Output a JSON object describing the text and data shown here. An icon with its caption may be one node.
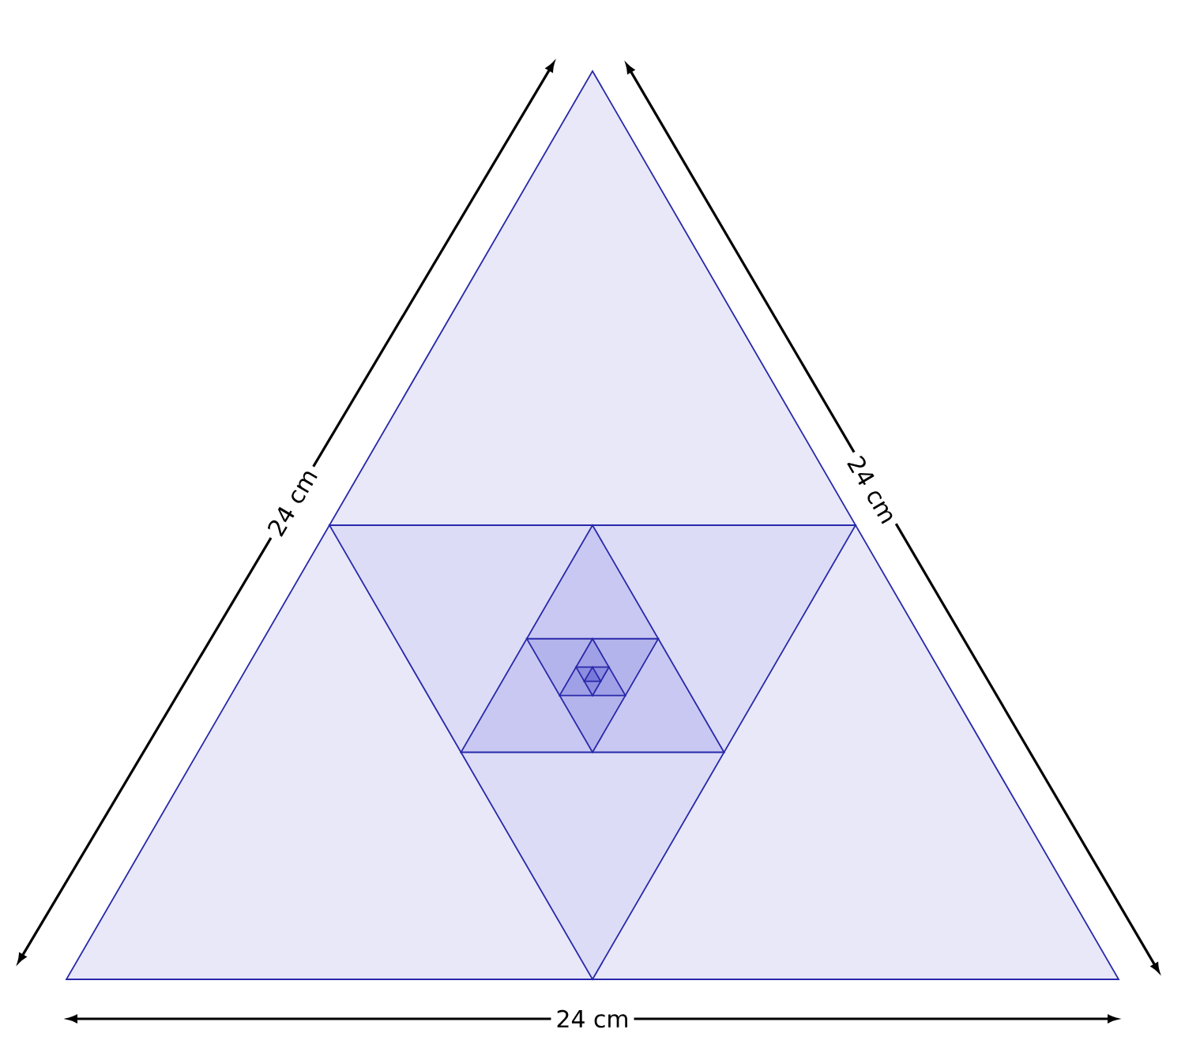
{
  "diagram": {
    "labels": [
      "24 cm",
      "24 cm",
      "24 cm"
    ]
  }
}
